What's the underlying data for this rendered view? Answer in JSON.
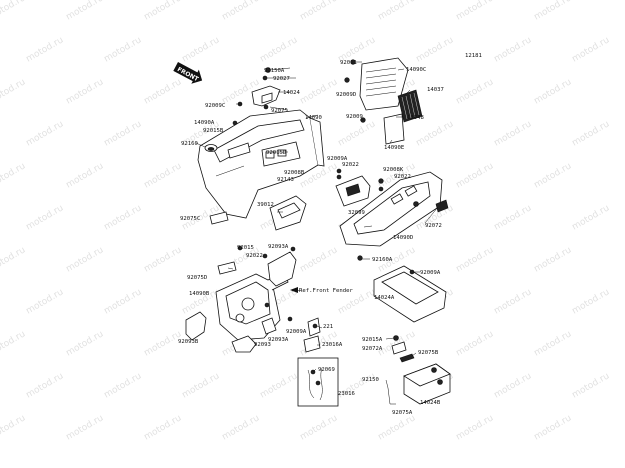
{
  "diagram": {
    "code": "12181",
    "direction": "FRONT",
    "watermark": "motod.ru",
    "reference_note": "Ref.Front Fender",
    "labels": [
      {
        "id": "p92150A",
        "text": "92150A"
      },
      {
        "id": "p92027",
        "text": "92027"
      },
      {
        "id": "p14024",
        "text": "14024"
      },
      {
        "id": "p92009C",
        "text": "92009C"
      },
      {
        "id": "p92075",
        "text": "92075"
      },
      {
        "id": "p14090A",
        "text": "14090A"
      },
      {
        "id": "p92015B",
        "text": "92015B"
      },
      {
        "id": "p14090",
        "text": "14090"
      },
      {
        "id": "p92160",
        "text": "92160"
      },
      {
        "id": "p92015D",
        "text": "92015D"
      },
      {
        "id": "p92008B",
        "text": "92008B"
      },
      {
        "id": "p92143",
        "text": "92143"
      },
      {
        "id": "p92011",
        "text": "92011"
      },
      {
        "id": "p14090C",
        "text": "14090C"
      },
      {
        "id": "p92009D",
        "text": "92009D"
      },
      {
        "id": "p14037",
        "text": "14037"
      },
      {
        "id": "p92009",
        "text": "92009"
      },
      {
        "id": "p11048",
        "text": "11048"
      },
      {
        "id": "p14090E",
        "text": "14090E"
      },
      {
        "id": "p92009A_1",
        "text": "92009A"
      },
      {
        "id": "p92022_1",
        "text": "92022"
      },
      {
        "id": "p92008K",
        "text": "92008K"
      },
      {
        "id": "p92022_2",
        "text": "92022"
      },
      {
        "id": "p39012",
        "text": "39012"
      },
      {
        "id": "p32099",
        "text": "32099"
      },
      {
        "id": "p92075C",
        "text": "92075C"
      },
      {
        "id": "p92072",
        "text": "92072"
      },
      {
        "id": "p14090D",
        "text": "14090D"
      },
      {
        "id": "p92015",
        "text": "92015"
      },
      {
        "id": "p92093A",
        "text": "92093A"
      },
      {
        "id": "p92022_3",
        "text": "92022"
      },
      {
        "id": "p92160A",
        "text": "92160A"
      },
      {
        "id": "p92009A_2",
        "text": "92009A"
      },
      {
        "id": "p92075D",
        "text": "92075D"
      },
      {
        "id": "p14090B",
        "text": "14090B"
      },
      {
        "id": "p14024A",
        "text": "14024A"
      },
      {
        "id": "p92009A_3",
        "text": "92009A"
      },
      {
        "id": "p221",
        "text": "221"
      },
      {
        "id": "p92093B",
        "text": "92093B"
      },
      {
        "id": "p92093",
        "text": "92093"
      },
      {
        "id": "p92093A_2",
        "text": "92093A"
      },
      {
        "id": "p23016A",
        "text": "23016A"
      },
      {
        "id": "p92015A",
        "text": "92015A"
      },
      {
        "id": "p92072A",
        "text": "92072A"
      },
      {
        "id": "p92075B",
        "text": "92075B"
      },
      {
        "id": "p92069",
        "text": "92069"
      },
      {
        "id": "p23016",
        "text": "23016"
      },
      {
        "id": "p92150",
        "text": "92150"
      },
      {
        "id": "p14024B",
        "text": "14024B"
      },
      {
        "id": "p92075A",
        "text": "92075A"
      }
    ]
  }
}
